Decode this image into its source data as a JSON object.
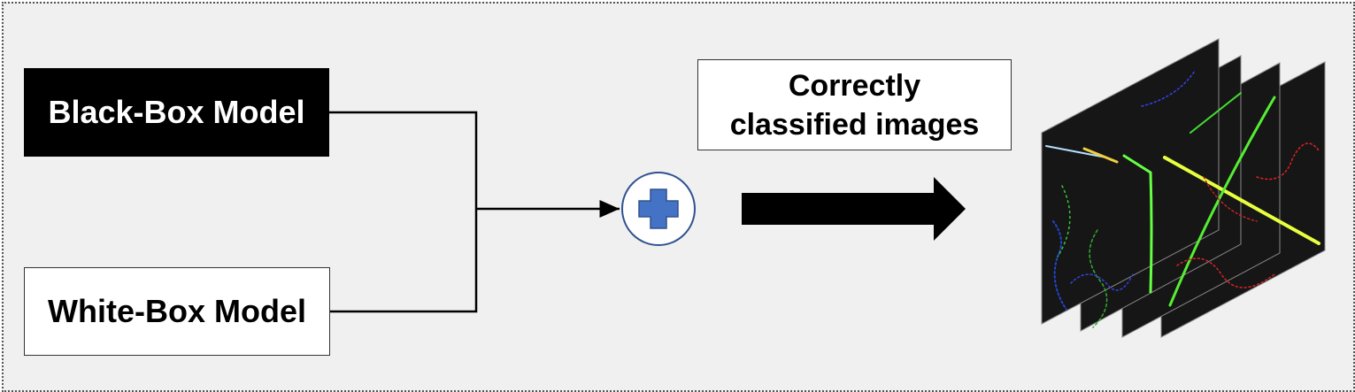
{
  "nodes": {
    "black_box_model": "Black-Box Model",
    "white_box_model": "White-Box Model",
    "output_label_line1": "Correctly",
    "output_label_line2": "classified images"
  },
  "icons": {
    "combine": "plus-circle-icon",
    "flow": "arrow-right-icon",
    "output": "image-stack-icon"
  },
  "colors": {
    "plus_fill": "#4472c4",
    "circle_border": "#2f528f",
    "image_bg": "#161616"
  }
}
